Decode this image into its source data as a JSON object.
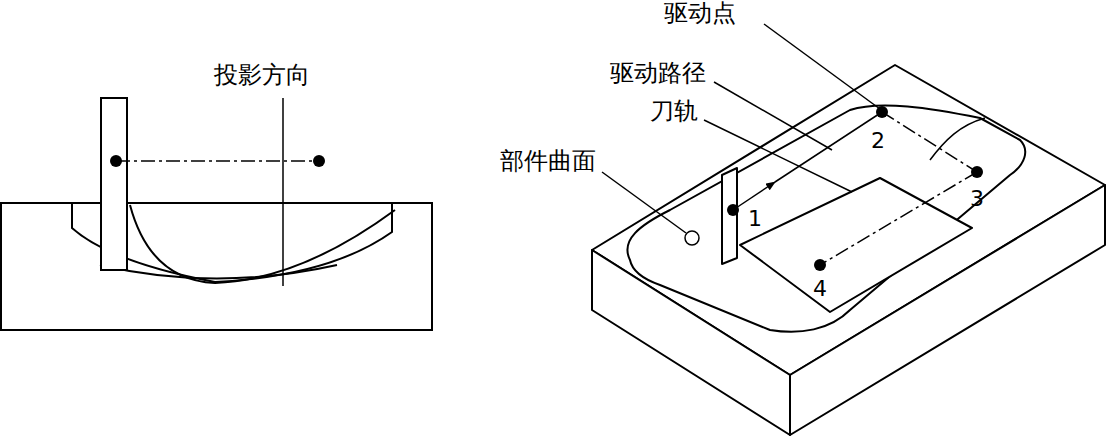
{
  "diagram": {
    "labels": [
      "投影方向",
      "驱动点",
      "驱动路径",
      "刀轨",
      "部件曲面",
      "1",
      "2",
      "3",
      "4"
    ]
  }
}
